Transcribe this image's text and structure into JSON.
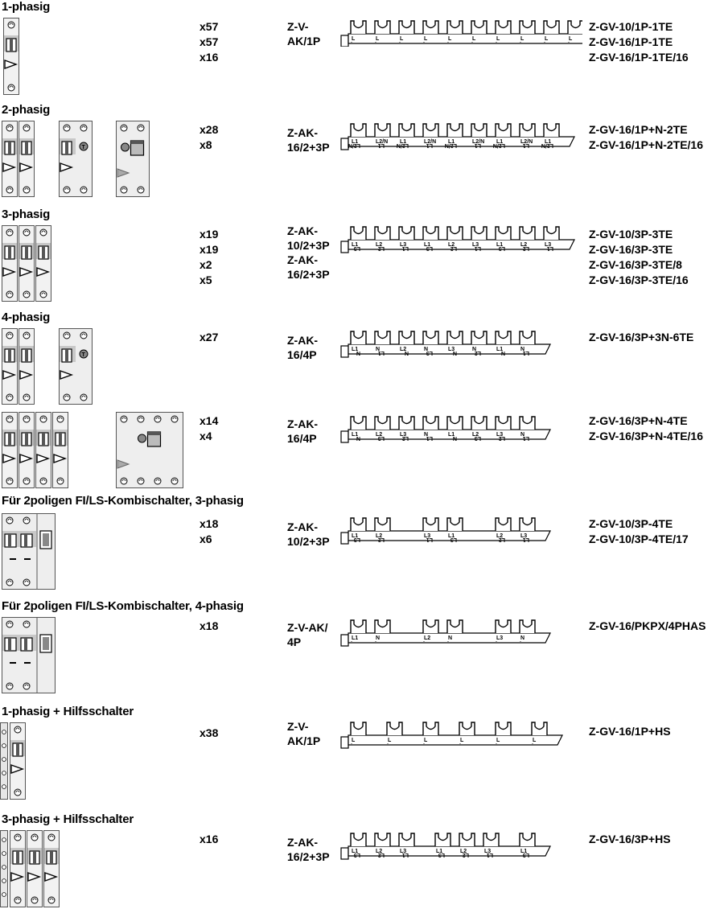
{
  "sections": [
    {
      "title": "1-phasig",
      "qty": [
        "x57",
        "x57",
        "x16"
      ],
      "cat": [
        "Z-V-",
        "AK/1P"
      ],
      "arts": [
        "Z-GV-10/1P-1TE",
        "Z-GV-16/1P-1TE",
        "Z-GV-16/1P-1TE/16"
      ],
      "prongs": [
        0,
        1,
        2,
        3,
        4,
        5,
        6,
        7,
        8,
        9
      ],
      "top": [
        "L",
        "L",
        "L",
        "L",
        "L",
        "L",
        "L",
        "L",
        "L",
        "L"
      ],
      "bot": [
        "",
        "",
        "",
        "",
        "",
        "",
        "",
        "",
        "",
        ""
      ]
    },
    {
      "title": "2-phasig",
      "qty": [
        "x28",
        "x8"
      ],
      "cat": [
        "Z-AK-",
        "16/2+3P"
      ],
      "arts": [
        "Z-GV-16/1P+N-2TE",
        "Z-GV-16/1P+N-2TE/16"
      ],
      "prongs": [
        0,
        1,
        2,
        3,
        4,
        5,
        6,
        7,
        8
      ],
      "top": [
        "L1",
        "L2/N",
        "L1",
        "L2/N",
        "L1",
        "L2/N",
        "L1",
        "L2/N",
        "L1"
      ],
      "bot": [
        "L2/N",
        "L1",
        "L2/N",
        "L1",
        "L2/N",
        "L1",
        "L2/N",
        "L1",
        "L2/N"
      ]
    },
    {
      "title": "3-phasig",
      "qty": [
        "x19",
        "x19",
        "x2",
        "x5"
      ],
      "cat": [
        "Z-AK-",
        "10/2+3P",
        "Z-AK-",
        "16/2+3P"
      ],
      "arts": [
        "Z-GV-10/3P-3TE",
        "Z-GV-16/3P-3TE",
        "Z-GV-16/3P-3TE/8",
        "Z-GV-16/3P-3TE/16"
      ],
      "prongs": [
        0,
        1,
        2,
        3,
        4,
        5,
        6,
        7,
        8
      ],
      "top": [
        "L1",
        "L2",
        "L3",
        "L1",
        "L2",
        "L3",
        "L1",
        "L2",
        "L3"
      ],
      "bot": [
        "L3",
        "L2",
        "L1",
        "L3",
        "L2",
        "L1",
        "L3",
        "L2",
        "L1"
      ]
    },
    {
      "title": "4-phasig",
      "qty": [
        "x27"
      ],
      "cat": [
        "Z-AK-",
        "16/4P"
      ],
      "arts": [
        "Z-GV-16/3P+3N-6TE"
      ],
      "prongs": [
        0,
        1,
        2,
        3,
        4,
        5,
        6,
        7
      ],
      "top": [
        "L1",
        "N",
        "L2",
        "N",
        "L3",
        "N",
        "L1",
        "N"
      ],
      "bot": [
        "N",
        "L1",
        "N",
        "L3",
        "N",
        "L2",
        "N",
        "L1"
      ]
    },
    {
      "title": "",
      "qty": [
        "x14",
        "x4"
      ],
      "cat": [
        "Z-AK-",
        "16/4P"
      ],
      "arts": [
        "Z-GV-16/3P+N-4TE",
        "Z-GV-16/3P+N-4TE/16"
      ],
      "prongs": [
        0,
        1,
        2,
        3,
        4,
        5,
        6,
        7
      ],
      "top": [
        "L1",
        "L2",
        "L3",
        "N",
        "L1",
        "L2",
        "L3",
        "N"
      ],
      "bot": [
        "N",
        "L3",
        "L2",
        "L1",
        "N",
        "L3",
        "L2",
        "L1"
      ]
    },
    {
      "title": "Für 2poligen FI/LS-Kombischalter, 3-phasig",
      "qty": [
        "x18",
        "x6"
      ],
      "cat": [
        "Z-AK-",
        "10/2+3P"
      ],
      "arts": [
        "Z-GV-10/3P-4TE",
        "Z-GV-10/3P-4TE/17"
      ],
      "prongs": [
        0,
        1,
        3,
        4,
        6,
        7
      ],
      "top": [
        "L1",
        "L2",
        "L3",
        "L1",
        "L2",
        "L3"
      ],
      "bot": [
        "L3",
        "L2",
        "L1",
        "L3",
        "L2",
        "L1"
      ]
    },
    {
      "title": "Für 2poligen FI/LS-Kombischalter, 4-phasig",
      "qty": [
        "x18"
      ],
      "cat": [
        "Z-V-AK/",
        "4P"
      ],
      "arts": [
        "Z-GV-16/PKPX/4PHAS"
      ],
      "prongs": [
        0,
        1,
        3,
        4,
        6,
        7
      ],
      "top": [
        "L1",
        "N",
        "L2",
        "N",
        "L3",
        "N"
      ],
      "bot": [
        "",
        "",
        "",
        "",
        "",
        ""
      ]
    },
    {
      "title": "1-phasig + Hilfsschalter",
      "qty": [
        "x38"
      ],
      "cat": [
        "Z-V-",
        "AK/1P"
      ],
      "arts": [
        "Z-GV-16/1P+HS"
      ],
      "prongs": [
        0,
        1.5,
        3,
        4.5,
        6,
        7.5
      ],
      "top": [
        "L",
        "L",
        "L",
        "L",
        "L",
        "L"
      ],
      "bot": [
        "",
        "",
        "",
        "",
        "",
        ""
      ]
    },
    {
      "title": "3-phasig + Hilfsschalter",
      "qty": [
        "x16"
      ],
      "cat": [
        "Z-AK-",
        "16/2+3P"
      ],
      "arts": [
        "Z-GV-16/3P+HS"
      ],
      "prongs": [
        0,
        1,
        2,
        3.5,
        4.5,
        5.5,
        7
      ],
      "top": [
        "L1",
        "L2",
        "L3",
        "L1",
        "L2",
        "L3",
        "L1"
      ],
      "bot": [
        "L3",
        "L2",
        "L1",
        "L3",
        "L2",
        "L1",
        "L3"
      ]
    }
  ],
  "icons": {
    "mcb": "miniature-circuit-breaker-icon",
    "rcd": "residual-current-device-icon",
    "rcbo": "rcbo-combi-switch-icon",
    "busbar": "busbar-icon"
  }
}
